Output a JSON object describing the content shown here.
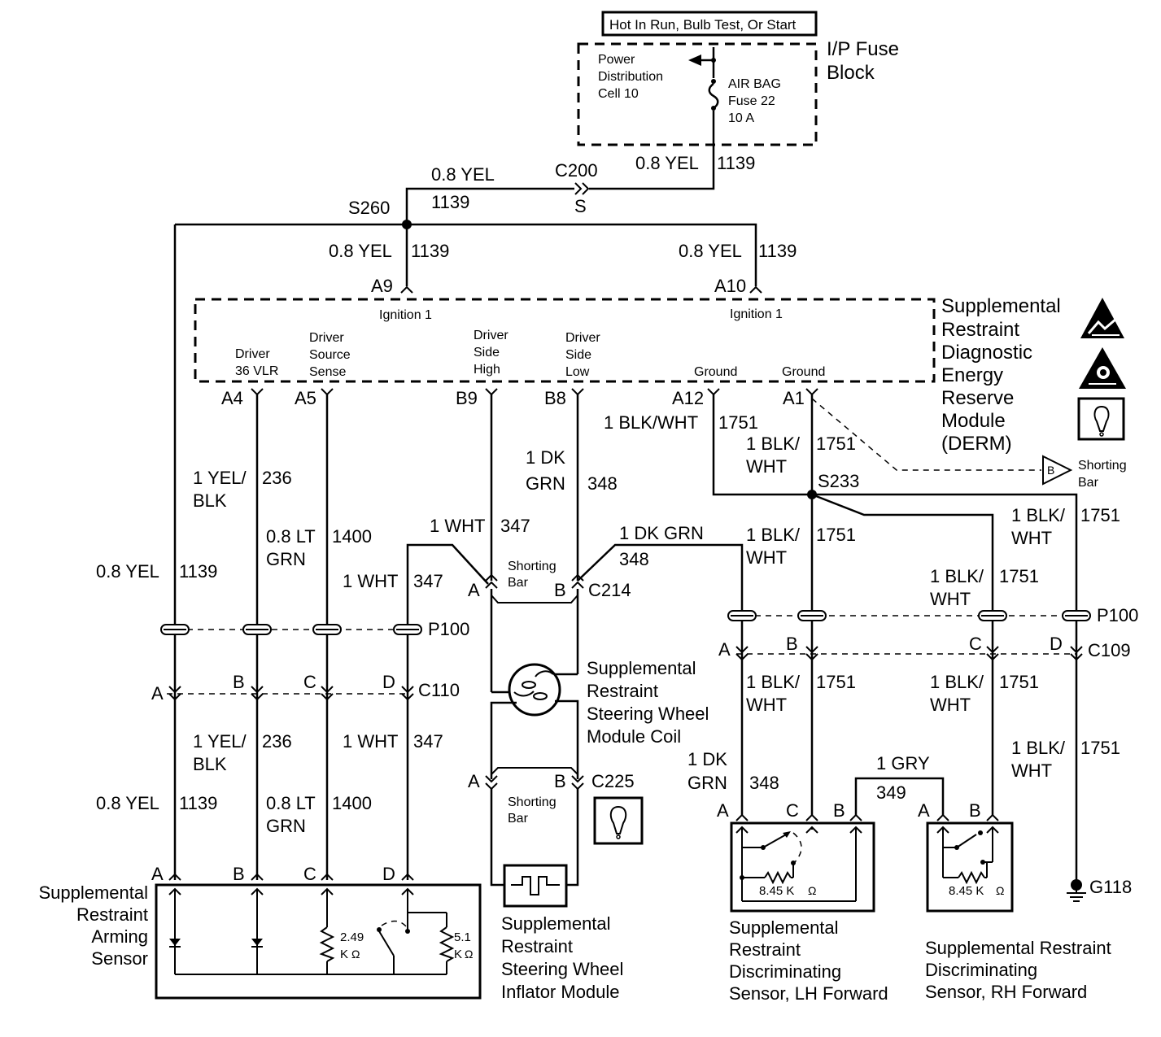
{
  "title_box": "Hot In Run, Bulb Test, Or Start",
  "fuse_block": {
    "name_l1": "I/P Fuse",
    "name_l2": "Block",
    "pdc_l1": "Power",
    "pdc_l2": "Distribution",
    "pdc_l3": "Cell 10",
    "fuse_l1": "AIR BAG",
    "fuse_l2": "Fuse 22",
    "fuse_l3": "10 A"
  },
  "wires": {
    "yel08": "0.8 YEL",
    "c1139": "1139",
    "yelblk_l1": "1 YEL/",
    "yelblk_l2": "BLK",
    "c236": "236",
    "ltgrn_l1": "0.8 LT",
    "ltgrn_l2": "GRN",
    "c1400": "1400",
    "wht": "1 WHT",
    "c347": "347",
    "dkgrn_l1": "1 DK",
    "dkgrn_l2": "GRN",
    "dkgrn": "1 DK GRN",
    "c348": "348",
    "blkwht": "1 BLK/WHT",
    "blkwht_l1": "1 BLK/",
    "blkwht_l2": "WHT",
    "c1751": "1751",
    "gry": "1 GRY",
    "c349": "349"
  },
  "splices": {
    "s260": "S260",
    "s233": "S233"
  },
  "connectors": {
    "c200": "C200",
    "c200_s": "S",
    "c214": "C214",
    "c225": "C225",
    "c110": "C110",
    "c109": "C109",
    "p100": "P100",
    "g118": "G118"
  },
  "pins": {
    "a9": "A9",
    "a10": "A10",
    "a4": "A4",
    "a5": "A5",
    "b9": "B9",
    "b8": "B8",
    "a12": "A12",
    "a1": "A1",
    "a": "A",
    "b": "B",
    "c": "C",
    "d": "D"
  },
  "derm": {
    "name_l1": "Supplemental",
    "name_l2": "Restraint",
    "name_l3": "Diagnostic",
    "name_l4": "Energy",
    "name_l5": "Reserve",
    "name_l6": "Module",
    "name_l7": "(DERM)",
    "ignition": "Ignition 1",
    "driver_vlr_l1": "Driver",
    "driver_vlr_l2": "36 VLR",
    "src_l1": "Driver",
    "src_l2": "Source",
    "src_l3": "Sense",
    "high_l1": "Driver",
    "high_l2": "Side",
    "high_l3": "High",
    "low_l1": "Driver",
    "low_l2": "Side",
    "low_l3": "Low",
    "ground": "Ground"
  },
  "shorting_bar_l1": "Shorting",
  "shorting_bar_l2": "Bar",
  "shorting_bar_ref": "B",
  "components": {
    "coil_l1": "Supplemental",
    "coil_l2": "Restraint",
    "coil_l3": "Steering Wheel",
    "coil_l4": "Module Coil",
    "infl_l1": "Supplemental",
    "infl_l2": "Restraint",
    "infl_l3": "Steering Wheel",
    "infl_l4": "Inflator Module",
    "arm_l1": "Supplemental",
    "arm_l2": "Restraint",
    "arm_l3": "Arming",
    "arm_l4": "Sensor",
    "lh_l1": "Supplemental",
    "lh_l2": "Restraint",
    "lh_l3": "Discriminating",
    "lh_l4": "Sensor, LH Forward",
    "rh_l1": "Supplemental Restraint",
    "rh_l2": "Discriminating",
    "rh_l3": "Sensor, RH Forward"
  },
  "values": {
    "r249_l1": "2.49",
    "r249_l2": "K",
    "r51_l1": "5.1",
    "r51_l2": "K",
    "r845": "8.45 K",
    "ohm": "Ω"
  }
}
